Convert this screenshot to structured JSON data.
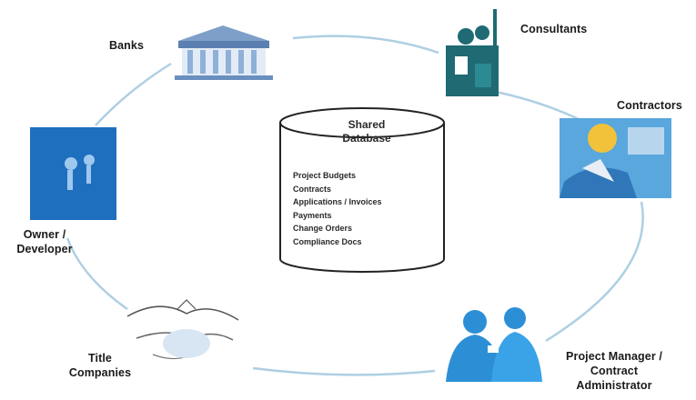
{
  "database": {
    "title_line1": "Shared",
    "title_line2": "Database",
    "items": [
      "Project Budgets",
      "Contracts",
      "Applications / Invoices",
      "Payments",
      "Change Orders",
      "Compliance Docs"
    ]
  },
  "nodes": {
    "banks": {
      "label": "Banks"
    },
    "consultants": {
      "label": "Consultants"
    },
    "contractors": {
      "label": "Contractors"
    },
    "owner": {
      "line1": "Owner /",
      "line2": "Developer"
    },
    "title_companies": {
      "line1": "Title",
      "line2": "Companies"
    },
    "project_manager": {
      "line1": "Project Manager /",
      "line2": "Contract",
      "line3": "Administrator"
    }
  },
  "colors": {
    "ring": "#aecfe3",
    "database_outline": "#222222",
    "photo_blue": "#1f6fbf",
    "teal": "#1f6a73",
    "people_blue": "#2c8fd6"
  }
}
